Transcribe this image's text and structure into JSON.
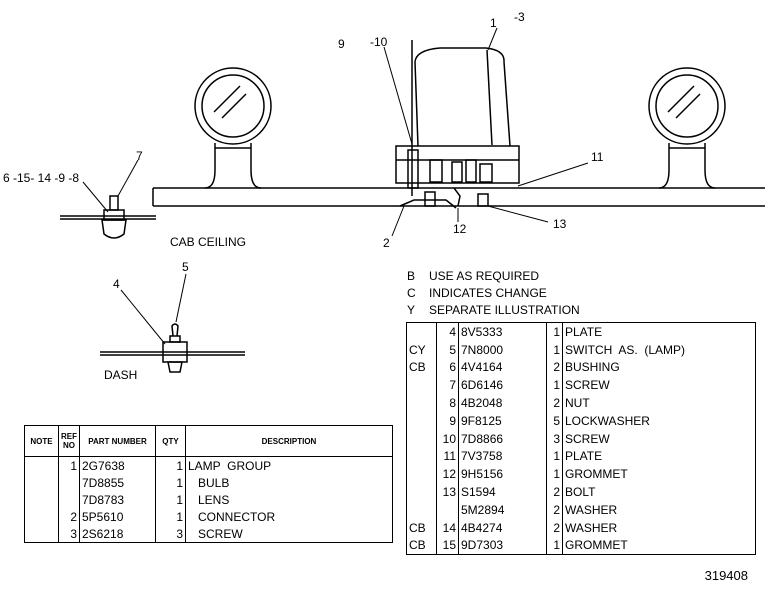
{
  "callouts": {
    "c1": "1",
    "c3": "-3",
    "c9": "9",
    "c10": "-10",
    "c11": "11",
    "c13": "13",
    "c12": "12",
    "c2": "2",
    "c7": "7",
    "c_switch_group": "6 -15- 14 -9  -8",
    "c5": "5",
    "c4": "4"
  },
  "labels": {
    "cab_ceiling": "CAB  CEILING",
    "dash": "DASH"
  },
  "legend": [
    {
      "code": "B",
      "text": "USE  AS  REQUIRED"
    },
    {
      "code": "C",
      "text": "INDICATES  CHANGE"
    },
    {
      "code": "Y",
      "text": "SEPARATE  ILLUSTRATION"
    }
  ],
  "left_table": {
    "headers": {
      "note": "NOTE",
      "ref": "REF NO",
      "part": "PART NUMBER",
      "qty": "QTY",
      "desc": "DESCRIPTION"
    },
    "rows": [
      {
        "note": "",
        "ref": "1",
        "part": "2G7638",
        "qty": "1",
        "desc": "LAMP  GROUP"
      },
      {
        "note": "",
        "ref": "",
        "part": "7D8855",
        "qty": "1",
        "desc": "   BULB"
      },
      {
        "note": "",
        "ref": "",
        "part": "7D8783",
        "qty": "1",
        "desc": "   LENS"
      },
      {
        "note": "",
        "ref": "2",
        "part": "5P5610",
        "qty": "1",
        "desc": "   CONNECTOR"
      },
      {
        "note": "",
        "ref": "3",
        "part": "2S6218",
        "qty": "3",
        "desc": "   SCREW"
      }
    ]
  },
  "right_table": {
    "rows": [
      {
        "note": "",
        "ref": "4",
        "part": "8V5333",
        "qty": "1",
        "desc": "PLATE"
      },
      {
        "note": "CY",
        "ref": "5",
        "part": "7N8000",
        "qty": "1",
        "desc": "SWITCH  AS.  (LAMP)"
      },
      {
        "note": "CB",
        "ref": "6",
        "part": "4V4164",
        "qty": "2",
        "desc": "BUSHING"
      },
      {
        "note": "",
        "ref": "7",
        "part": "6D6146",
        "qty": "1",
        "desc": "SCREW"
      },
      {
        "note": "",
        "ref": "8",
        "part": "4B2048",
        "qty": "2",
        "desc": "NUT"
      },
      {
        "note": "",
        "ref": "9",
        "part": "9F8125",
        "qty": "5",
        "desc": "LOCKWASHER"
      },
      {
        "note": "",
        "ref": "10",
        "part": "7D8866",
        "qty": "3",
        "desc": "SCREW"
      },
      {
        "note": "",
        "ref": "11",
        "part": "7V3758",
        "qty": "1",
        "desc": "PLATE"
      },
      {
        "note": "",
        "ref": "12",
        "part": "9H5156",
        "qty": "1",
        "desc": "GROMMET"
      },
      {
        "note": "",
        "ref": "13",
        "part": "S1594",
        "qty": "2",
        "desc": "BOLT"
      },
      {
        "note": "",
        "ref": "",
        "part": "5M2894",
        "qty": "2",
        "desc": "WASHER"
      },
      {
        "note": "CB",
        "ref": "14",
        "part": "4B4274",
        "qty": "2",
        "desc": "WASHER"
      },
      {
        "note": "CB",
        "ref": "15",
        "part": "9D7303",
        "qty": "1",
        "desc": "GROMMET"
      }
    ]
  },
  "illustration_number": "319408"
}
